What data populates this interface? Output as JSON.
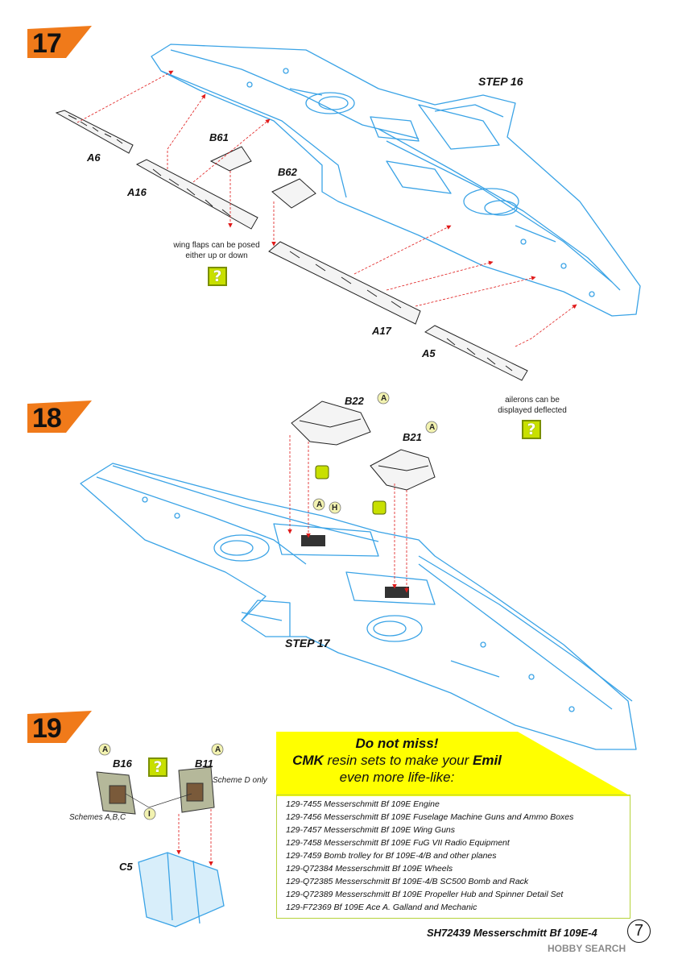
{
  "steps": [
    {
      "number": "17",
      "view": "STEP 16"
    },
    {
      "number": "18",
      "view": "STEP 17"
    },
    {
      "number": "19"
    }
  ],
  "parts": {
    "a6": "A6",
    "a16": "A16",
    "b61": "B61",
    "b62": "B62",
    "a17": "A17",
    "a5": "A5",
    "b22": "B22",
    "b21": "B21",
    "b16": "B16",
    "b11": "B11",
    "c5": "C5"
  },
  "notes": {
    "flaps": [
      "wing flaps can be posed",
      "either up or down"
    ],
    "ailerons": [
      "ailerons can be",
      "displayed deflected"
    ],
    "schemes_abc": "Schemes A,B,C",
    "scheme_d": "Scheme D only",
    "option_symbol": "?"
  },
  "paint_codes": {
    "a": "A",
    "h": "H",
    "i": "I"
  },
  "promo": {
    "line1": "Do not miss!",
    "line2_brand": "CMK",
    "line2_rest": " resin sets to make your ",
    "line2_emph": "Emil",
    "line3": "even more life-like:",
    "items": [
      "129-7455  Messerschmitt Bf 109E Engine",
      "129-7456  Messerschmitt Bf 109E Fuselage Machine Guns and Ammo Boxes",
      "129-7457  Messerschmitt Bf 109E Wing Guns",
      "129-7458  Messerschmitt Bf 109E FuG VII Radio Equipment",
      "129-7459  Bomb trolley for Bf 109E-4/B and other planes",
      "129-Q72384  Messerschmitt Bf 109E Wheels",
      "129-Q72385  Messerschmitt Bf 109E-4/B SC500 Bomb and Rack",
      "129-Q72389  Messerschmitt Bf 109E Propeller Hub and Spinner Detail Set",
      "129-F72369  Bf 109E Ace A. Galland and Mechanic"
    ]
  },
  "footer": {
    "title": "SH72439 Messerschmitt Bf 109E-4",
    "page": "7",
    "watermark": "HOBBY SEARCH"
  },
  "colors": {
    "accent": "#f07a1a",
    "line": "#3aa3e6",
    "highlight": "#ffff00",
    "option": "#c8e000",
    "arrow": "#e01a1a"
  }
}
